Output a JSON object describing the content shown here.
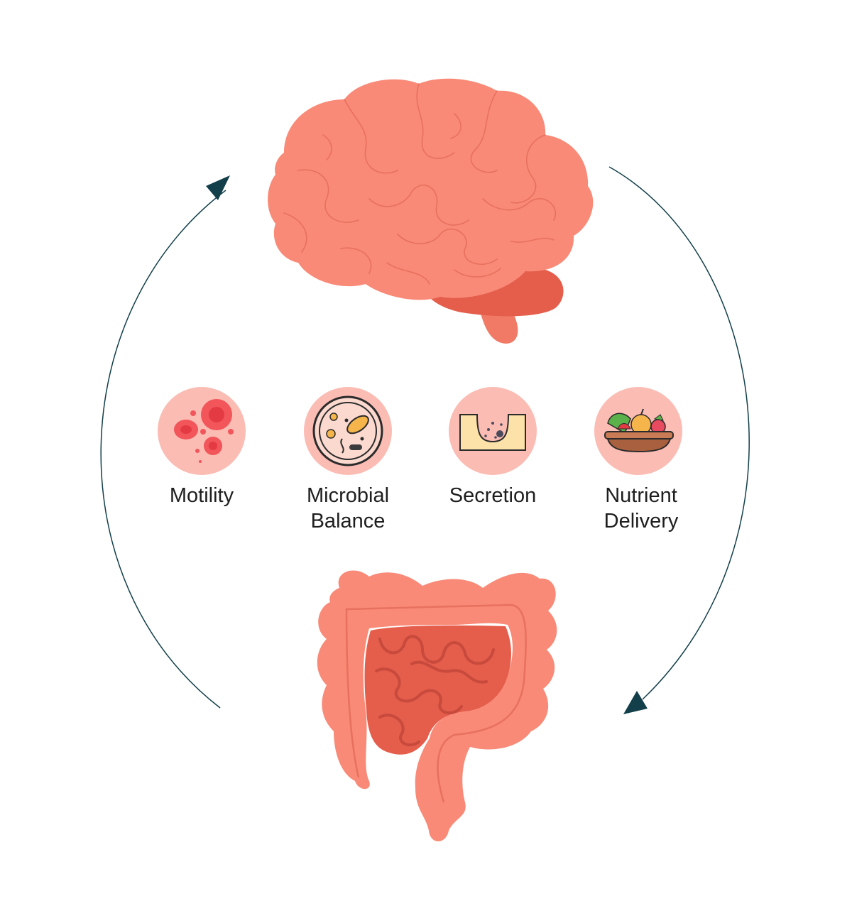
{
  "factors": [
    {
      "id": "motility",
      "lines": [
        "Motility"
      ],
      "icon": "red-blood-cells-icon"
    },
    {
      "id": "microbial-balance",
      "lines": [
        "Microbial",
        "Balance"
      ],
      "icon": "petri-dish-bacteria-icon"
    },
    {
      "id": "secretion",
      "lines": [
        "Secretion"
      ],
      "icon": "intestinal-gland-icon"
    },
    {
      "id": "nutrient-delivery",
      "lines": [
        "Nutrient",
        "Delivery"
      ],
      "icon": "food-bowl-icon"
    }
  ],
  "colors": {
    "organ": "#f88a77",
    "organ_outline": "#e8705e",
    "organ_dark": "#e55d4b",
    "arrow": "#123f4a",
    "icon_bg": "#fbbcb4",
    "text": "#1e1e1e"
  }
}
